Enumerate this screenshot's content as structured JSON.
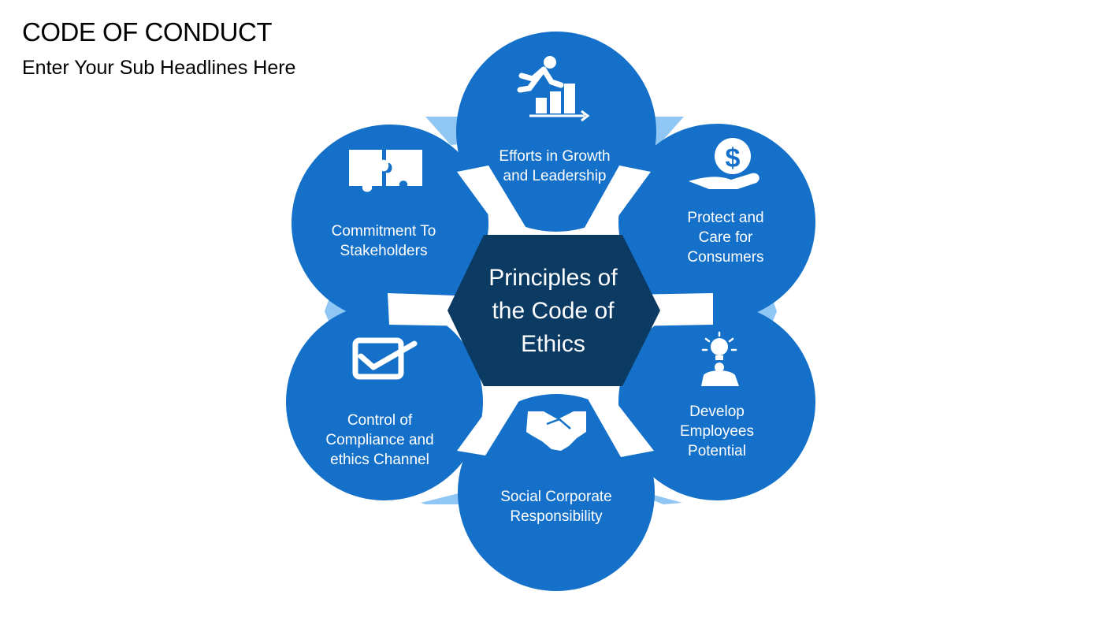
{
  "header": {
    "title": "CODE OF CONDUCT",
    "subtitle": "Enter Your Sub Headlines Here"
  },
  "diagram": {
    "center": "Principles of\nthe Code of\nEthics",
    "petals": [
      {
        "label": "Efforts in Growth\nand Leadership",
        "icon": "growth-stairs-icon"
      },
      {
        "label": "Protect and\nCare for\nConsumers",
        "icon": "money-hand-icon"
      },
      {
        "label": "Develop\nEmployees\nPotential",
        "icon": "idea-person-icon"
      },
      {
        "label": "Social Corporate\nResponsibility",
        "icon": "handshake-icon"
      },
      {
        "label": "Control of\nCompliance and\nethics Channel",
        "icon": "checkbox-icon"
      },
      {
        "label": "Commitment To\nStakeholders",
        "icon": "puzzle-icon"
      }
    ]
  },
  "colors": {
    "petal": "#1470c8",
    "center": "#0b3a63",
    "connector": "#90c6f4",
    "icon": "#ffffff"
  }
}
